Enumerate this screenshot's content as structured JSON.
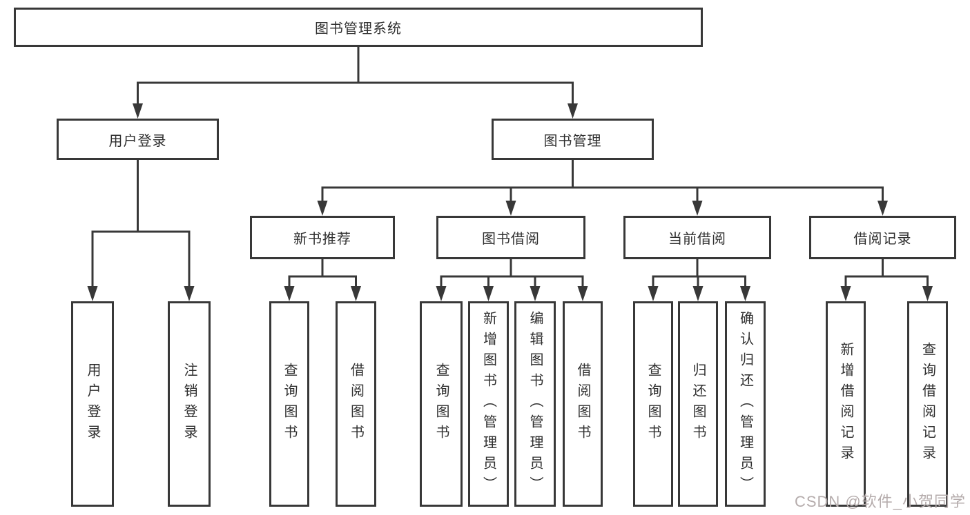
{
  "colors": {
    "line": "#383838",
    "text": "#2f2f2f",
    "background": "#ffffff",
    "watermark": "#b5acac"
  },
  "watermark": "CSDN @软件_小贺同学",
  "nodes": {
    "root": "图书管理系统",
    "level2": {
      "user_login": "用户登录",
      "book_mgmt": "图书管理"
    },
    "user_login_children": {
      "login": "用户登录",
      "logout": "注销登录"
    },
    "book_mgmt_children": {
      "new_book_rec": "新书推荐",
      "book_borrow": "图书借阅",
      "current_borrow": "当前借阅",
      "borrow_records": "借阅记录"
    },
    "new_book_rec_children": {
      "query": "查询图书",
      "borrow": "借阅图书"
    },
    "book_borrow_children": {
      "query": "查询图书",
      "add": "新增图书（管理员）",
      "edit": "编辑图书（管理员）",
      "borrow": "借阅图书"
    },
    "current_borrow_children": {
      "query": "查询图书",
      "return": "归还图书",
      "confirm": "确认归还（管理员）"
    },
    "borrow_records_children": {
      "add": "新增借阅记录",
      "query": "查询借阅记录"
    }
  }
}
